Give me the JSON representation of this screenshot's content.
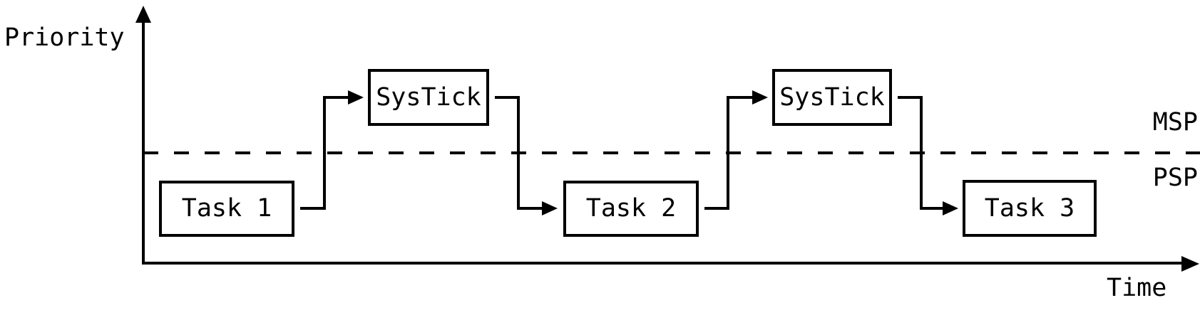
{
  "diagram": {
    "type": "task-scheduling-timeline",
    "y_axis_label": "Priority",
    "x_axis_label": "Time",
    "upper_region_label": "MSP",
    "lower_region_label": "PSP",
    "boxes": [
      {
        "id": "task-1",
        "label": "Task 1",
        "lane": "psp"
      },
      {
        "id": "systick-1",
        "label": "SysTick",
        "lane": "msp"
      },
      {
        "id": "task-2",
        "label": "Task 2",
        "lane": "psp"
      },
      {
        "id": "systick-2",
        "label": "SysTick",
        "lane": "msp"
      },
      {
        "id": "task-3",
        "label": "Task 3",
        "lane": "psp"
      }
    ],
    "arrows": [
      {
        "from": "task-1",
        "to": "systick-1"
      },
      {
        "from": "systick-1",
        "to": "task-2"
      },
      {
        "from": "task-2",
        "to": "systick-2"
      },
      {
        "from": "systick-2",
        "to": "task-3"
      }
    ],
    "separator_style": "dashed",
    "colors": {
      "line": "#000000",
      "text": "#000000",
      "background": "#ffffff"
    }
  }
}
